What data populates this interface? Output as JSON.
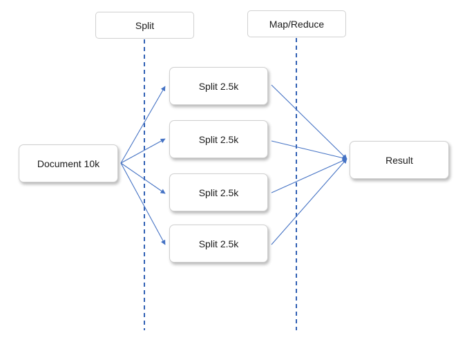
{
  "diagram": {
    "lanes": [
      {
        "label": "Split"
      },
      {
        "label": "Map/Reduce"
      }
    ],
    "source": {
      "label": "Document 10k"
    },
    "splits": [
      {
        "label": "Split 2.5k"
      },
      {
        "label": "Split 2.5k"
      },
      {
        "label": "Split 2.5k"
      },
      {
        "label": "Split 2.5k"
      }
    ],
    "result": {
      "label": "Result"
    }
  },
  "colors": {
    "arrow": "#4472c4",
    "lane_line": "#2f5fb3"
  }
}
